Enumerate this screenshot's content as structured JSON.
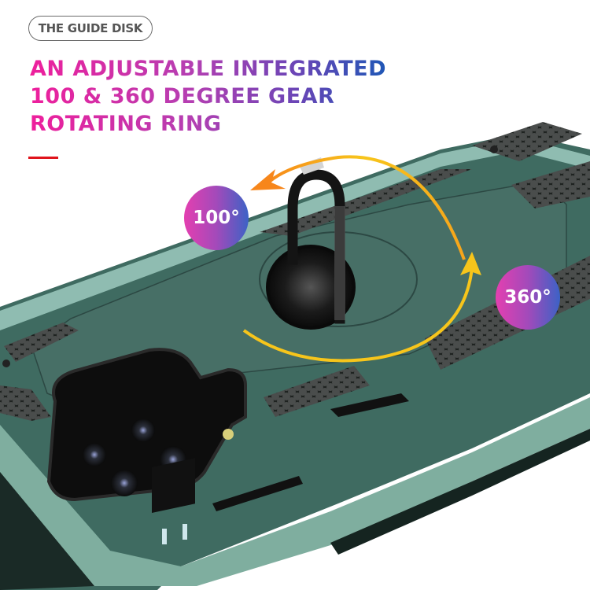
{
  "header": {
    "tag_label": "THE GUIDE DISK",
    "headline_lines": [
      "AN ADJUSTABLE INTEGRATED",
      "100 & 360 DEGREE GEAR",
      "ROTATING RING"
    ]
  },
  "badges": {
    "left": "100°",
    "right": "360°"
  },
  "colors": {
    "headline_start": "#ee1f9c",
    "headline_end": "#1f57b6",
    "accent_bar": "#e0141c",
    "case_green": "#3f6b61",
    "case_light": "#8fbcb1",
    "arrow_yellow": "#f7c51b",
    "arrow_orange": "#f7861b"
  }
}
